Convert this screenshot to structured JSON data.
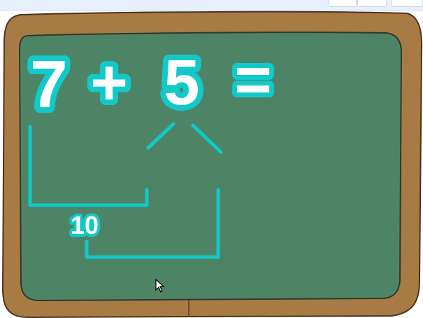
{
  "board": {
    "frame_color": "#a87a44",
    "frame_edge": "#4a3420",
    "surface_color": "#4e8466",
    "ink_color": "#12c9c9",
    "chalk_color": "#ffffff"
  },
  "equation": {
    "addend_a": "7",
    "operator": "+",
    "addend_b": "5",
    "equals": "="
  },
  "bracket_label": "10",
  "toolbar": {
    "button_1_icon": "toolbar-button",
    "button_2_icon": "toolbar-button",
    "button_3_icon": "toolbar-button"
  }
}
